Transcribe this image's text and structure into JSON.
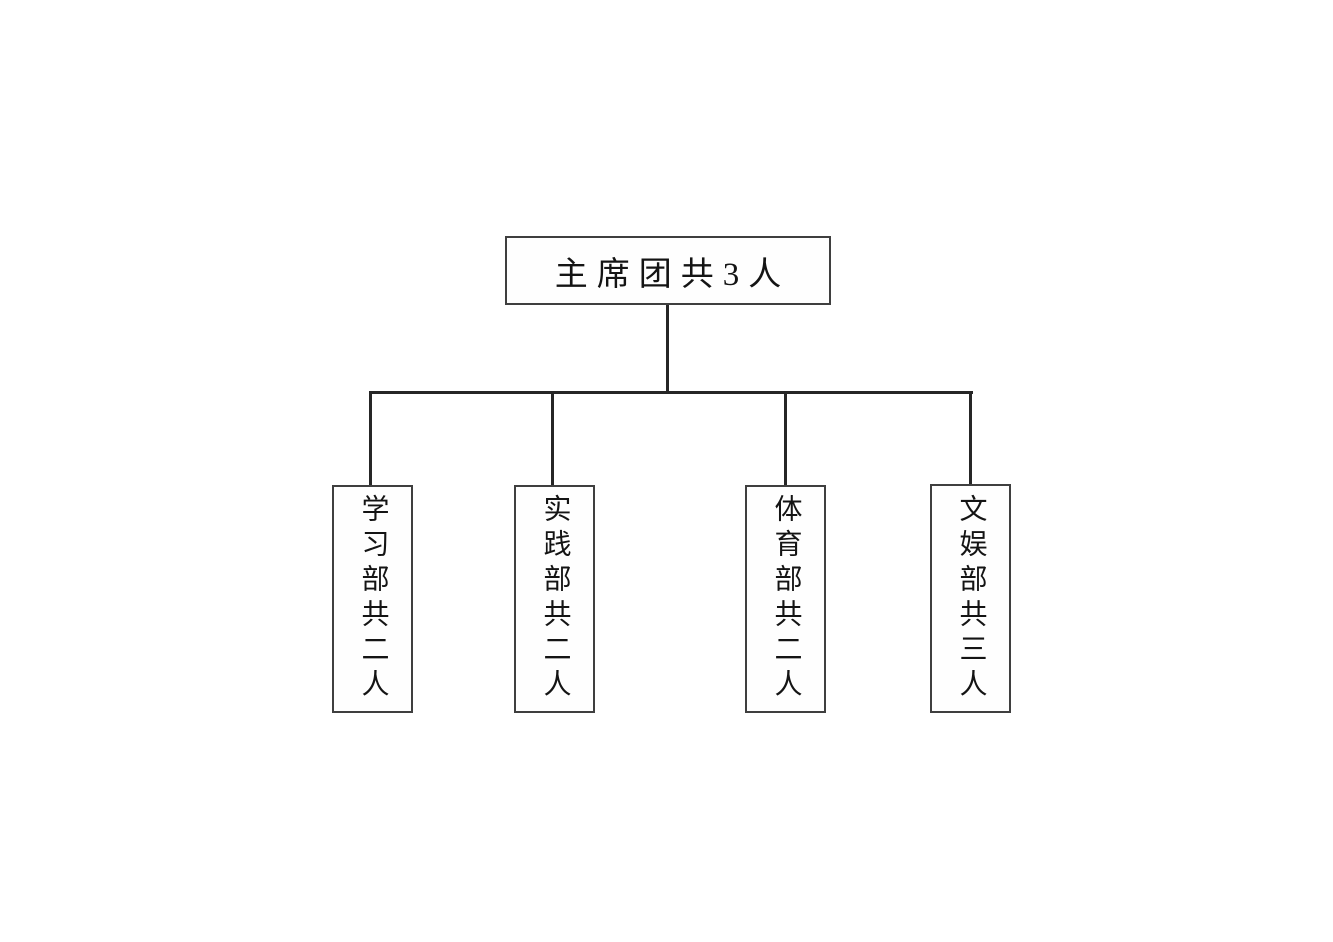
{
  "diagram": {
    "type": "org-chart",
    "background_color": "#ffffff",
    "line_color": "#262626",
    "border_color": "#3f3f3f",
    "text_color": "#141414",
    "root": {
      "label": "主席团共3人"
    },
    "departments": [
      {
        "label": "学习部共二人"
      },
      {
        "label": "实践部共二人"
      },
      {
        "label": "体育部共二人"
      },
      {
        "label": "文娱部共三人"
      }
    ]
  }
}
